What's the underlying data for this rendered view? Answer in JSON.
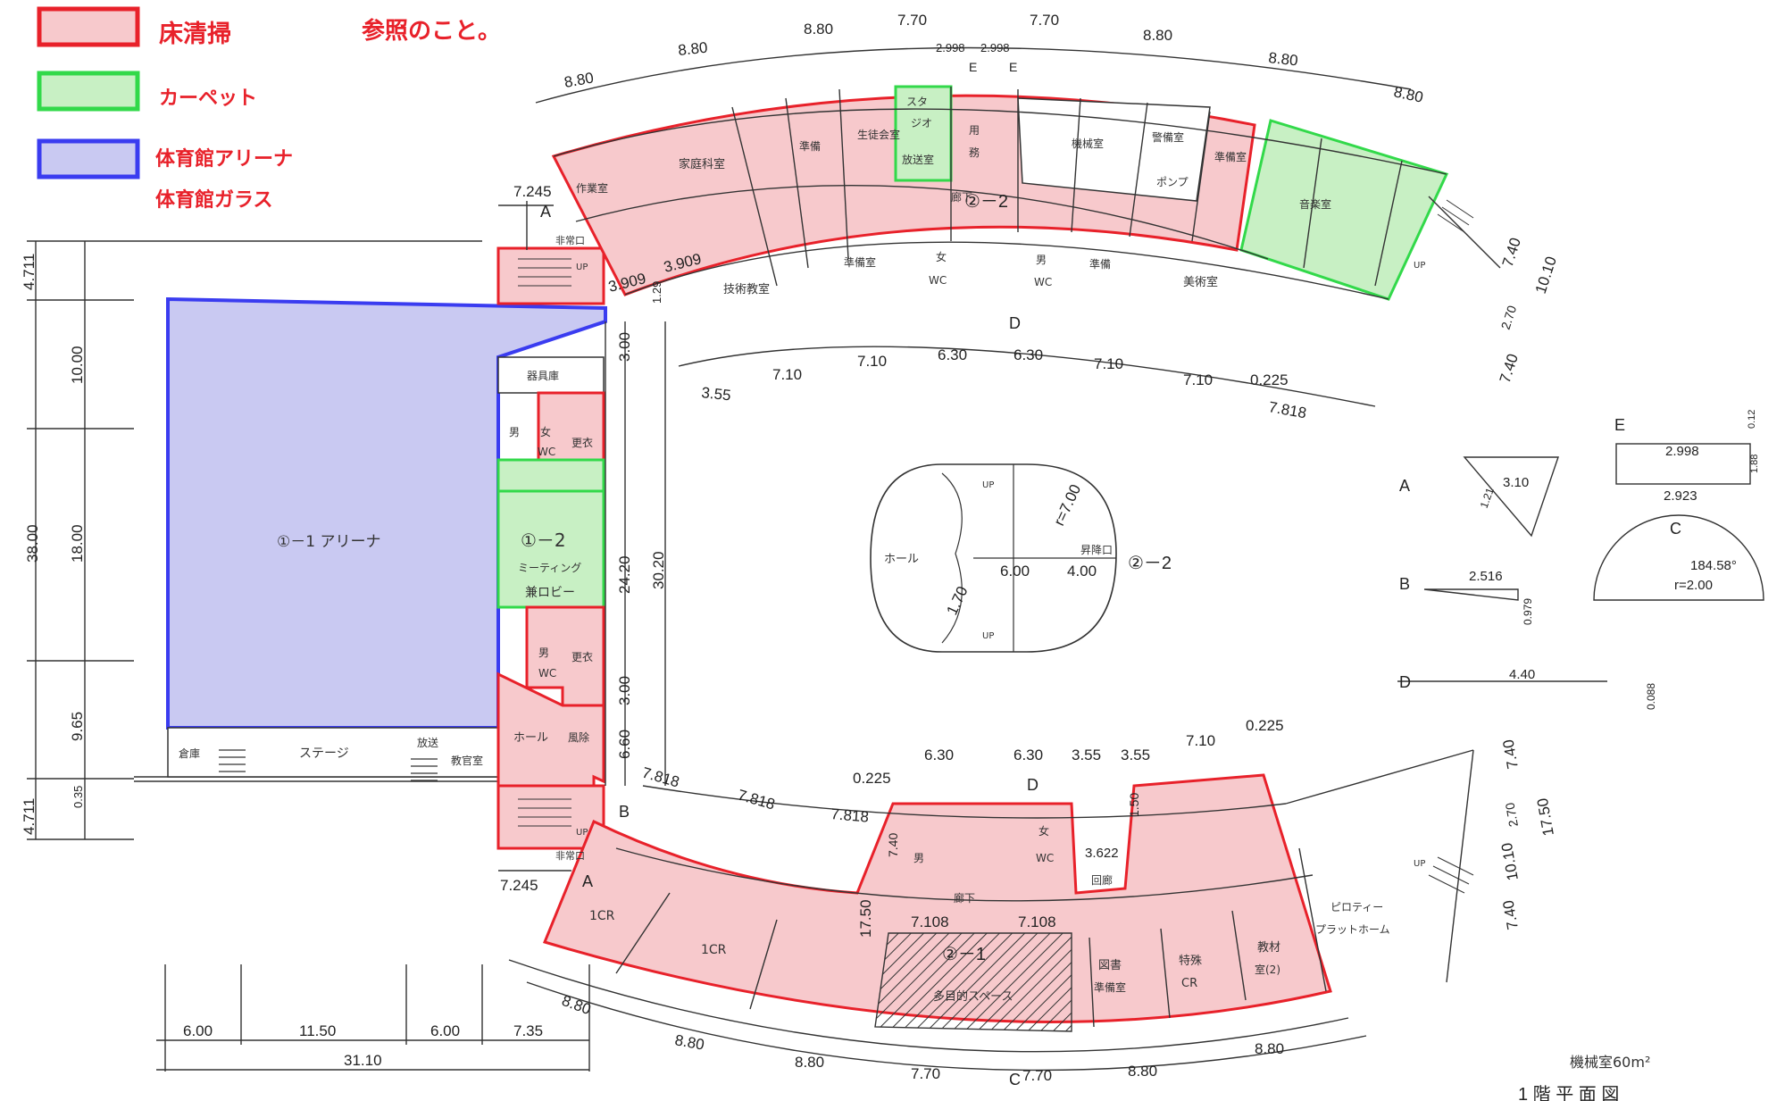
{
  "legend": {
    "note": "参照のこと。",
    "items": [
      {
        "label": "床清掃",
        "color": "#e8212a",
        "fill": "#f7c9cc"
      },
      {
        "label": "カーペット",
        "color": "#32d94a",
        "fill": "#c8f0c4"
      },
      {
        "label": "体育館アリーナ",
        "color": "#3a3cf0",
        "fill": "#c9c9f2"
      },
      {
        "label": "体育館ガラス",
        "color": "#3a3cf0",
        "fill": "#c9c9f2"
      }
    ]
  },
  "rooms": {
    "arena": "①－1  アリーナ",
    "meeting_num": "①－2",
    "meeting1": "ミーティング",
    "meeting2": "兼ロビー",
    "stage": "ステージ",
    "storage": "倉庫",
    "broadcast": "放送",
    "teacher": "教官室",
    "equipment": "器具庫",
    "men": "男",
    "women": "女",
    "wc": "WC",
    "changing": "更衣",
    "hall": "ホール",
    "windbreak": "風除",
    "fire_exit": "非常口",
    "home_ec": "家庭科室",
    "workroom": "作業室",
    "prep": "準備",
    "student_council": "生徒会室",
    "studio1": "スタ",
    "studio2": "ジオ",
    "broadcast_room": "放送室",
    "supplies1": "用",
    "supplies2": "務",
    "machine_room": "機械室",
    "sec_room": "警備室",
    "pump": "ポンプ",
    "prep_room": "準備室",
    "music": "音楽室",
    "corridor": "廊下",
    "tech": "技術教室",
    "prep_room2": "準備室",
    "art": "美術室",
    "section_2_2": "②－2",
    "section_2_1": "②－1",
    "hall2": "ホール",
    "entrance": "昇降口",
    "cr1": "1CR",
    "cr2": "1CR",
    "multipurpose": "多目的スペース",
    "library1": "図書",
    "library2": "準備室",
    "special1": "特殊",
    "special2": "CR",
    "materials1": "教材",
    "materials2": "室(2)",
    "stairs_up": "UP",
    "pilotis1": "ピロティー",
    "pilotis2": "プラットホーム",
    "machine_note": "機械室60m²",
    "floor_title": "1 階 平 面 図",
    "connector": "回廊"
  },
  "dimensions": {
    "left": [
      "4.711",
      "10.00",
      "38.00",
      "18.00",
      "9.65",
      "0.35",
      "4.711"
    ],
    "bottom": [
      "6.00",
      "11.50",
      "6.00",
      "7.35",
      "31.10"
    ],
    "top_arc": [
      "8.80",
      "8.80",
      "8.80",
      "7.70",
      "7.70",
      "8.80",
      "8.80",
      "8.80"
    ],
    "top_small": [
      "2.998",
      "2.998",
      "E",
      "E"
    ],
    "inner_top": [
      "3.55",
      "7.10",
      "7.10",
      "6.30",
      "6.30",
      "7.10",
      "7.10",
      "0.225",
      "7.818"
    ],
    "inner_bottom": [
      "6.30",
      "6.30",
      "3.55",
      "3.55",
      "7.10",
      "0.225",
      "7.818",
      "7.818",
      "0.225",
      "7.818",
      "3.622",
      "1.50"
    ],
    "center": [
      "24.20",
      "30.20",
      "3.00",
      "3.00",
      "6.60",
      "3.909",
      "3.909",
      "1.29",
      "7.245",
      "7.245"
    ],
    "bottom_arc": [
      "8.80",
      "8.80",
      "8.80",
      "7.70",
      "7.70",
      "8.80",
      "8.80"
    ],
    "bottom_inner": [
      "7.108",
      "7.108",
      "17.50",
      "7.40"
    ],
    "right": [
      "7.40",
      "10.10",
      "2.70",
      "7.40",
      "7.40",
      "2.70",
      "10.10",
      "17.50",
      "7.40"
    ],
    "hall": [
      "6.00",
      "4.00",
      "r=7.00",
      "1.70"
    ],
    "letters": [
      "A",
      "A",
      "B",
      "D",
      "D",
      "C"
    ]
  },
  "detail": {
    "A_label": "A",
    "A_val1": "3.10",
    "A_val2": "1.21",
    "B_label": "B",
    "B_val1": "2.516",
    "B_val2": "0.979",
    "C_label": "C",
    "C_val1": "184.58°",
    "C_val2": "r=2.00",
    "D_label": "D",
    "D_val1": "4.40",
    "D_val2": "0.088",
    "E_label": "E",
    "E_val1": "2.998",
    "E_val2": "2.923",
    "E_val3": "0.12",
    "E_val4": "1.88"
  }
}
